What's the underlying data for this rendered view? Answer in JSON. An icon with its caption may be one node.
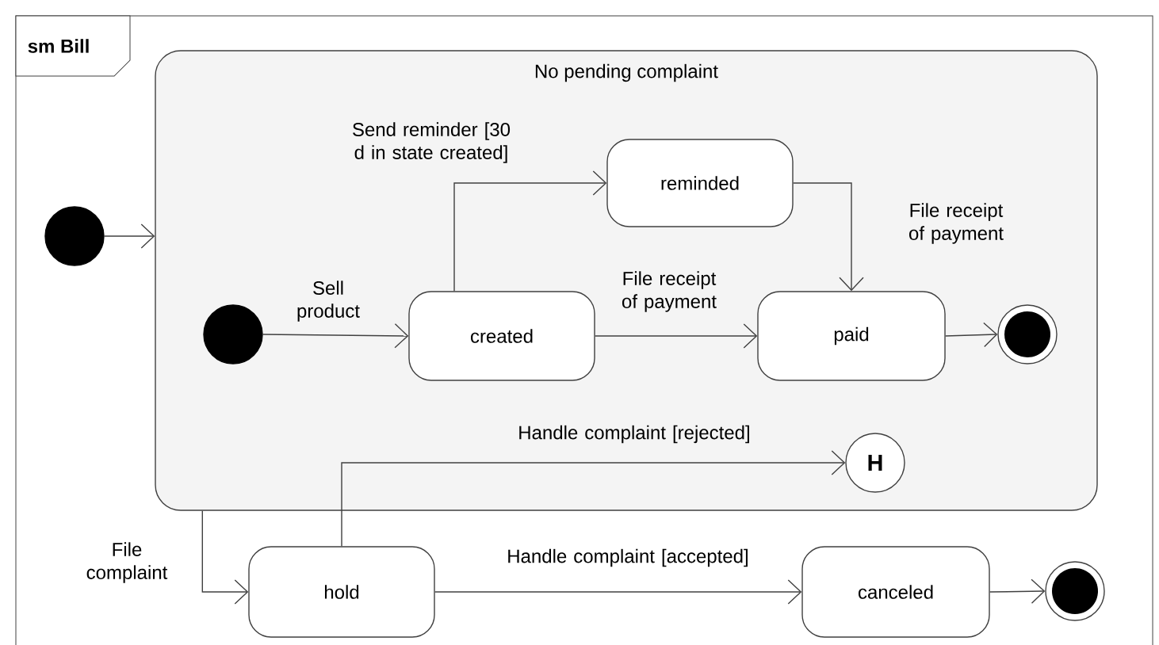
{
  "diagram": {
    "nodes": [
      {
        "text": [
          "sm Bill"
        ]
      },
      {
        "text": [
          "No pending complaint"
        ],
        "in": 0
      },
      {
        "text": [],
        "shape": "circle",
        "in": 0
      },
      {
        "text": [],
        "shape": "circle",
        "in": 1
      },
      {
        "text": [
          "created"
        ],
        "in": 1
      },
      {
        "text": [
          "reminded"
        ],
        "in": 1
      },
      {
        "text": [
          "paid"
        ],
        "in": 1
      },
      {
        "text": [],
        "shape": "bullseye",
        "in": 1
      },
      {
        "text": [
          "H"
        ],
        "in": 1
      },
      {
        "text": [
          "hold"
        ],
        "in": 0
      },
      {
        "text": [
          "canceled"
        ],
        "in": 0
      },
      {
        "text": [],
        "shape": "bullseye",
        "in": 0
      }
    ],
    "edges": [
      {
        "from": 2,
        "to": 1,
        "arrow": "to"
      },
      {
        "from": 3,
        "to": 4,
        "arrow": "to",
        "label": "Sell product"
      },
      {
        "from": 4,
        "to": 5,
        "arrow": "to",
        "label": "Send reminder [30 d in state created]"
      },
      {
        "from": 4,
        "to": 6,
        "arrow": "to",
        "label": "File receipt of payment"
      },
      {
        "from": 5,
        "to": 6,
        "arrow": "to",
        "label": "File receipt of payment"
      },
      {
        "from": 6,
        "to": 7,
        "arrow": "to"
      },
      {
        "from": 1,
        "to": 9,
        "arrow": "to",
        "label": "File complaint"
      },
      {
        "from": 9,
        "to": 8,
        "arrow": "to",
        "label": "Handle complaint [rejected]"
      },
      {
        "from": 9,
        "to": 10,
        "arrow": "to",
        "label": "Handle complaint [accepted]"
      },
      {
        "from": 10,
        "to": 11,
        "arrow": "to"
      }
    ]
  }
}
